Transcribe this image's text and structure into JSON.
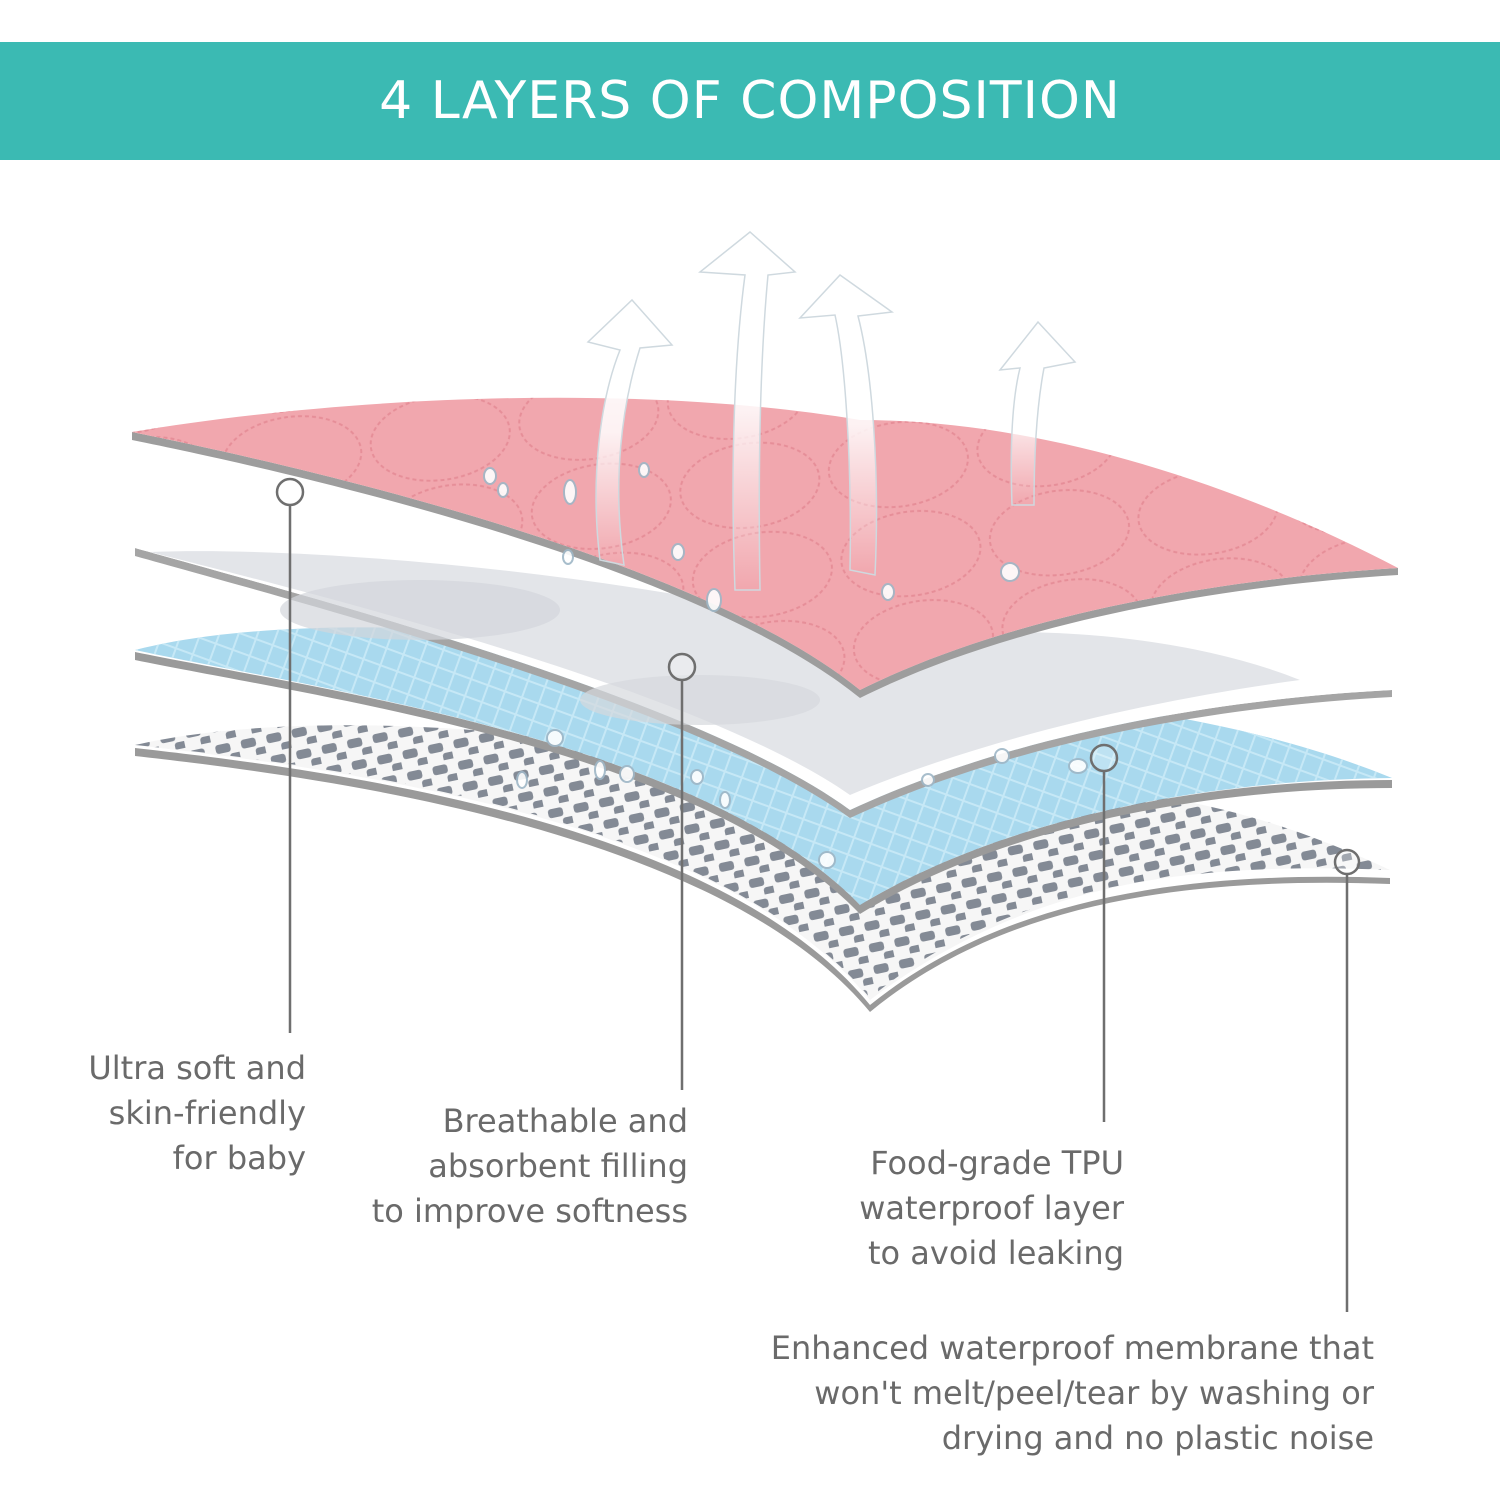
{
  "header": {
    "title": "4 LAYERS OF COMPOSITION"
  },
  "colors": {
    "banner": "#3bbab3",
    "pink_layer": "#f1a7ae",
    "filling_layer": "#e9ebee",
    "tpu_layer": "#a9d9ee",
    "membrane_layer": "#f6f6f6",
    "label_text": "#6a6a6a",
    "callout_line": "#777777"
  },
  "layers": [
    {
      "id": "top-fabric",
      "lines": [
        "Ultra soft and",
        "skin-friendly",
        "for baby"
      ]
    },
    {
      "id": "filling",
      "lines": [
        "Breathable and",
        "absorbent filling",
        "to improve softness"
      ]
    },
    {
      "id": "tpu",
      "lines": [
        "Food-grade TPU",
        "waterproof layer",
        "to avoid leaking"
      ]
    },
    {
      "id": "membrane",
      "lines": [
        "Enhanced waterproof membrane that",
        "won't melt/peel/tear by washing or",
        "drying and no plastic noise"
      ]
    }
  ]
}
